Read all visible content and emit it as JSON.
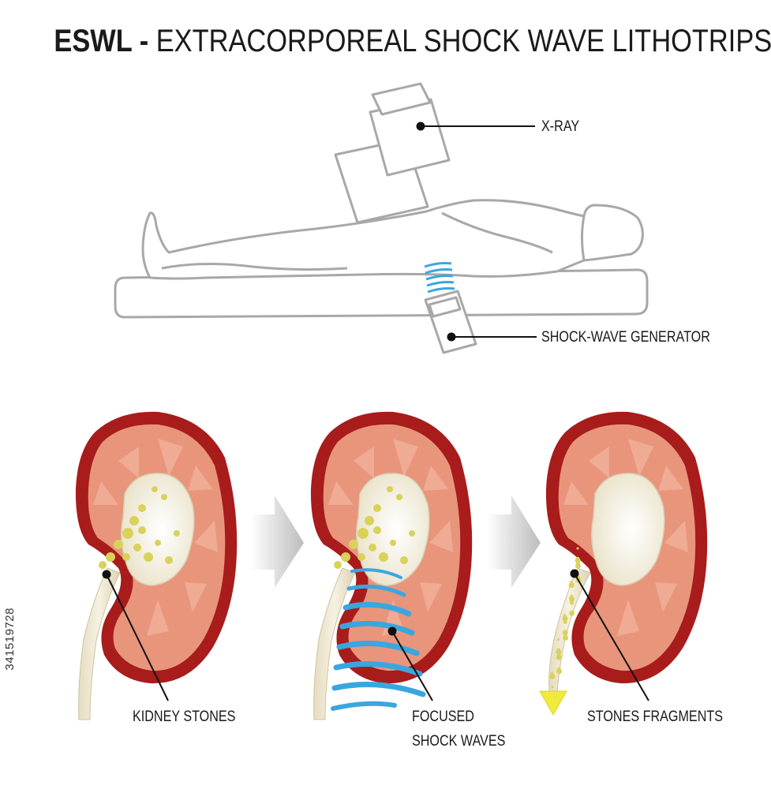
{
  "title": {
    "bold": "ESWL -",
    "rest": "EXTRACORPOREAL SHOCK WAVE LITHOTRIPSY"
  },
  "labels": {
    "xray": "X-RAY",
    "generator": "SHOCK-WAVE GENERATOR",
    "kidney_stones": "KIDNEY STONES",
    "focused_line1": "FOCUSED",
    "focused_line2": "SHOCK WAVES",
    "fragments": "STONES FRAGMENTS"
  },
  "stock_id": "341519728",
  "colors": {
    "outline": "#a8a8a8",
    "cortex": "#e8957c",
    "capsule": "#a81c1c",
    "pelvis": "#f3eedd",
    "stones": "#d9d25a",
    "waves": "#3aa6e0",
    "arrow": "#c9c9c9",
    "ureter_arrow": "#f0ea3a"
  }
}
